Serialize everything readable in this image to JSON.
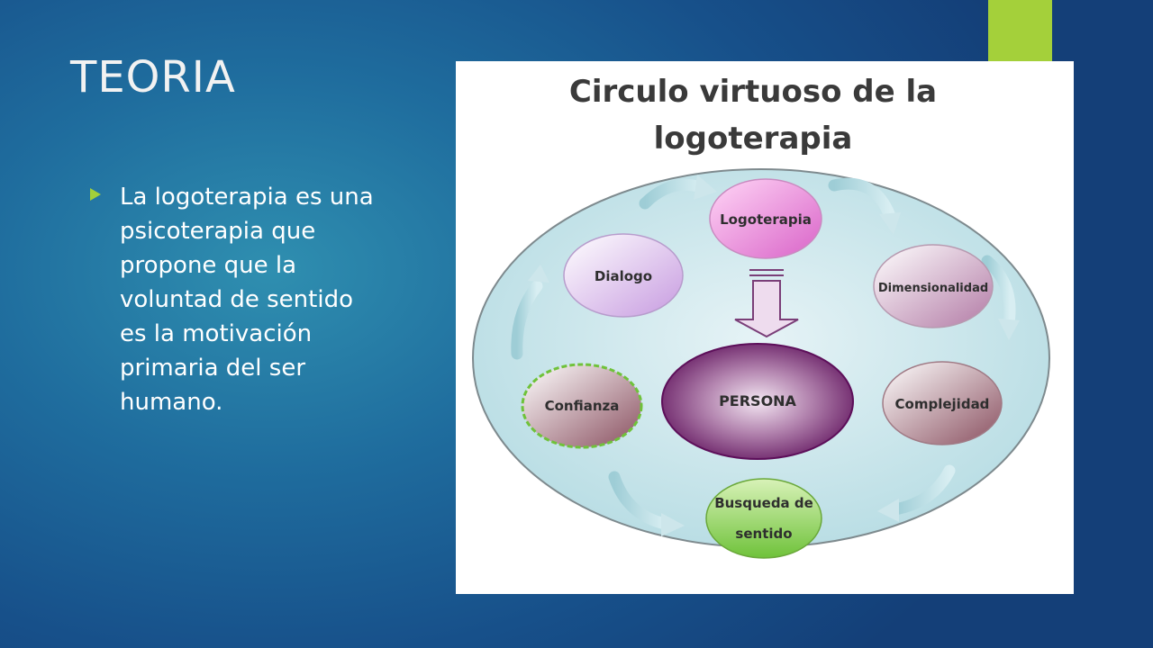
{
  "slide": {
    "title": "TEORIA",
    "bullet": "La logoterapia es una psicoterapia que propone que la voluntad de sentido es la motivación primaria del ser humano."
  },
  "diagram": {
    "title_line1": "Circulo virtuoso de la",
    "title_line2": "logoterapia",
    "nodes": {
      "logoterapia": "Logoterapia",
      "dialogo": "Dialogo",
      "dimensionalidad": "Dimensionalidad",
      "confianza": "Confianza",
      "complejidad": "Complejidad",
      "busqueda_line1": "Busqueda de",
      "busqueda_line2": "sentido",
      "persona": "PERSONA"
    }
  },
  "colors": {
    "accent": "#a4d03a",
    "background": "#1f6d9e"
  }
}
